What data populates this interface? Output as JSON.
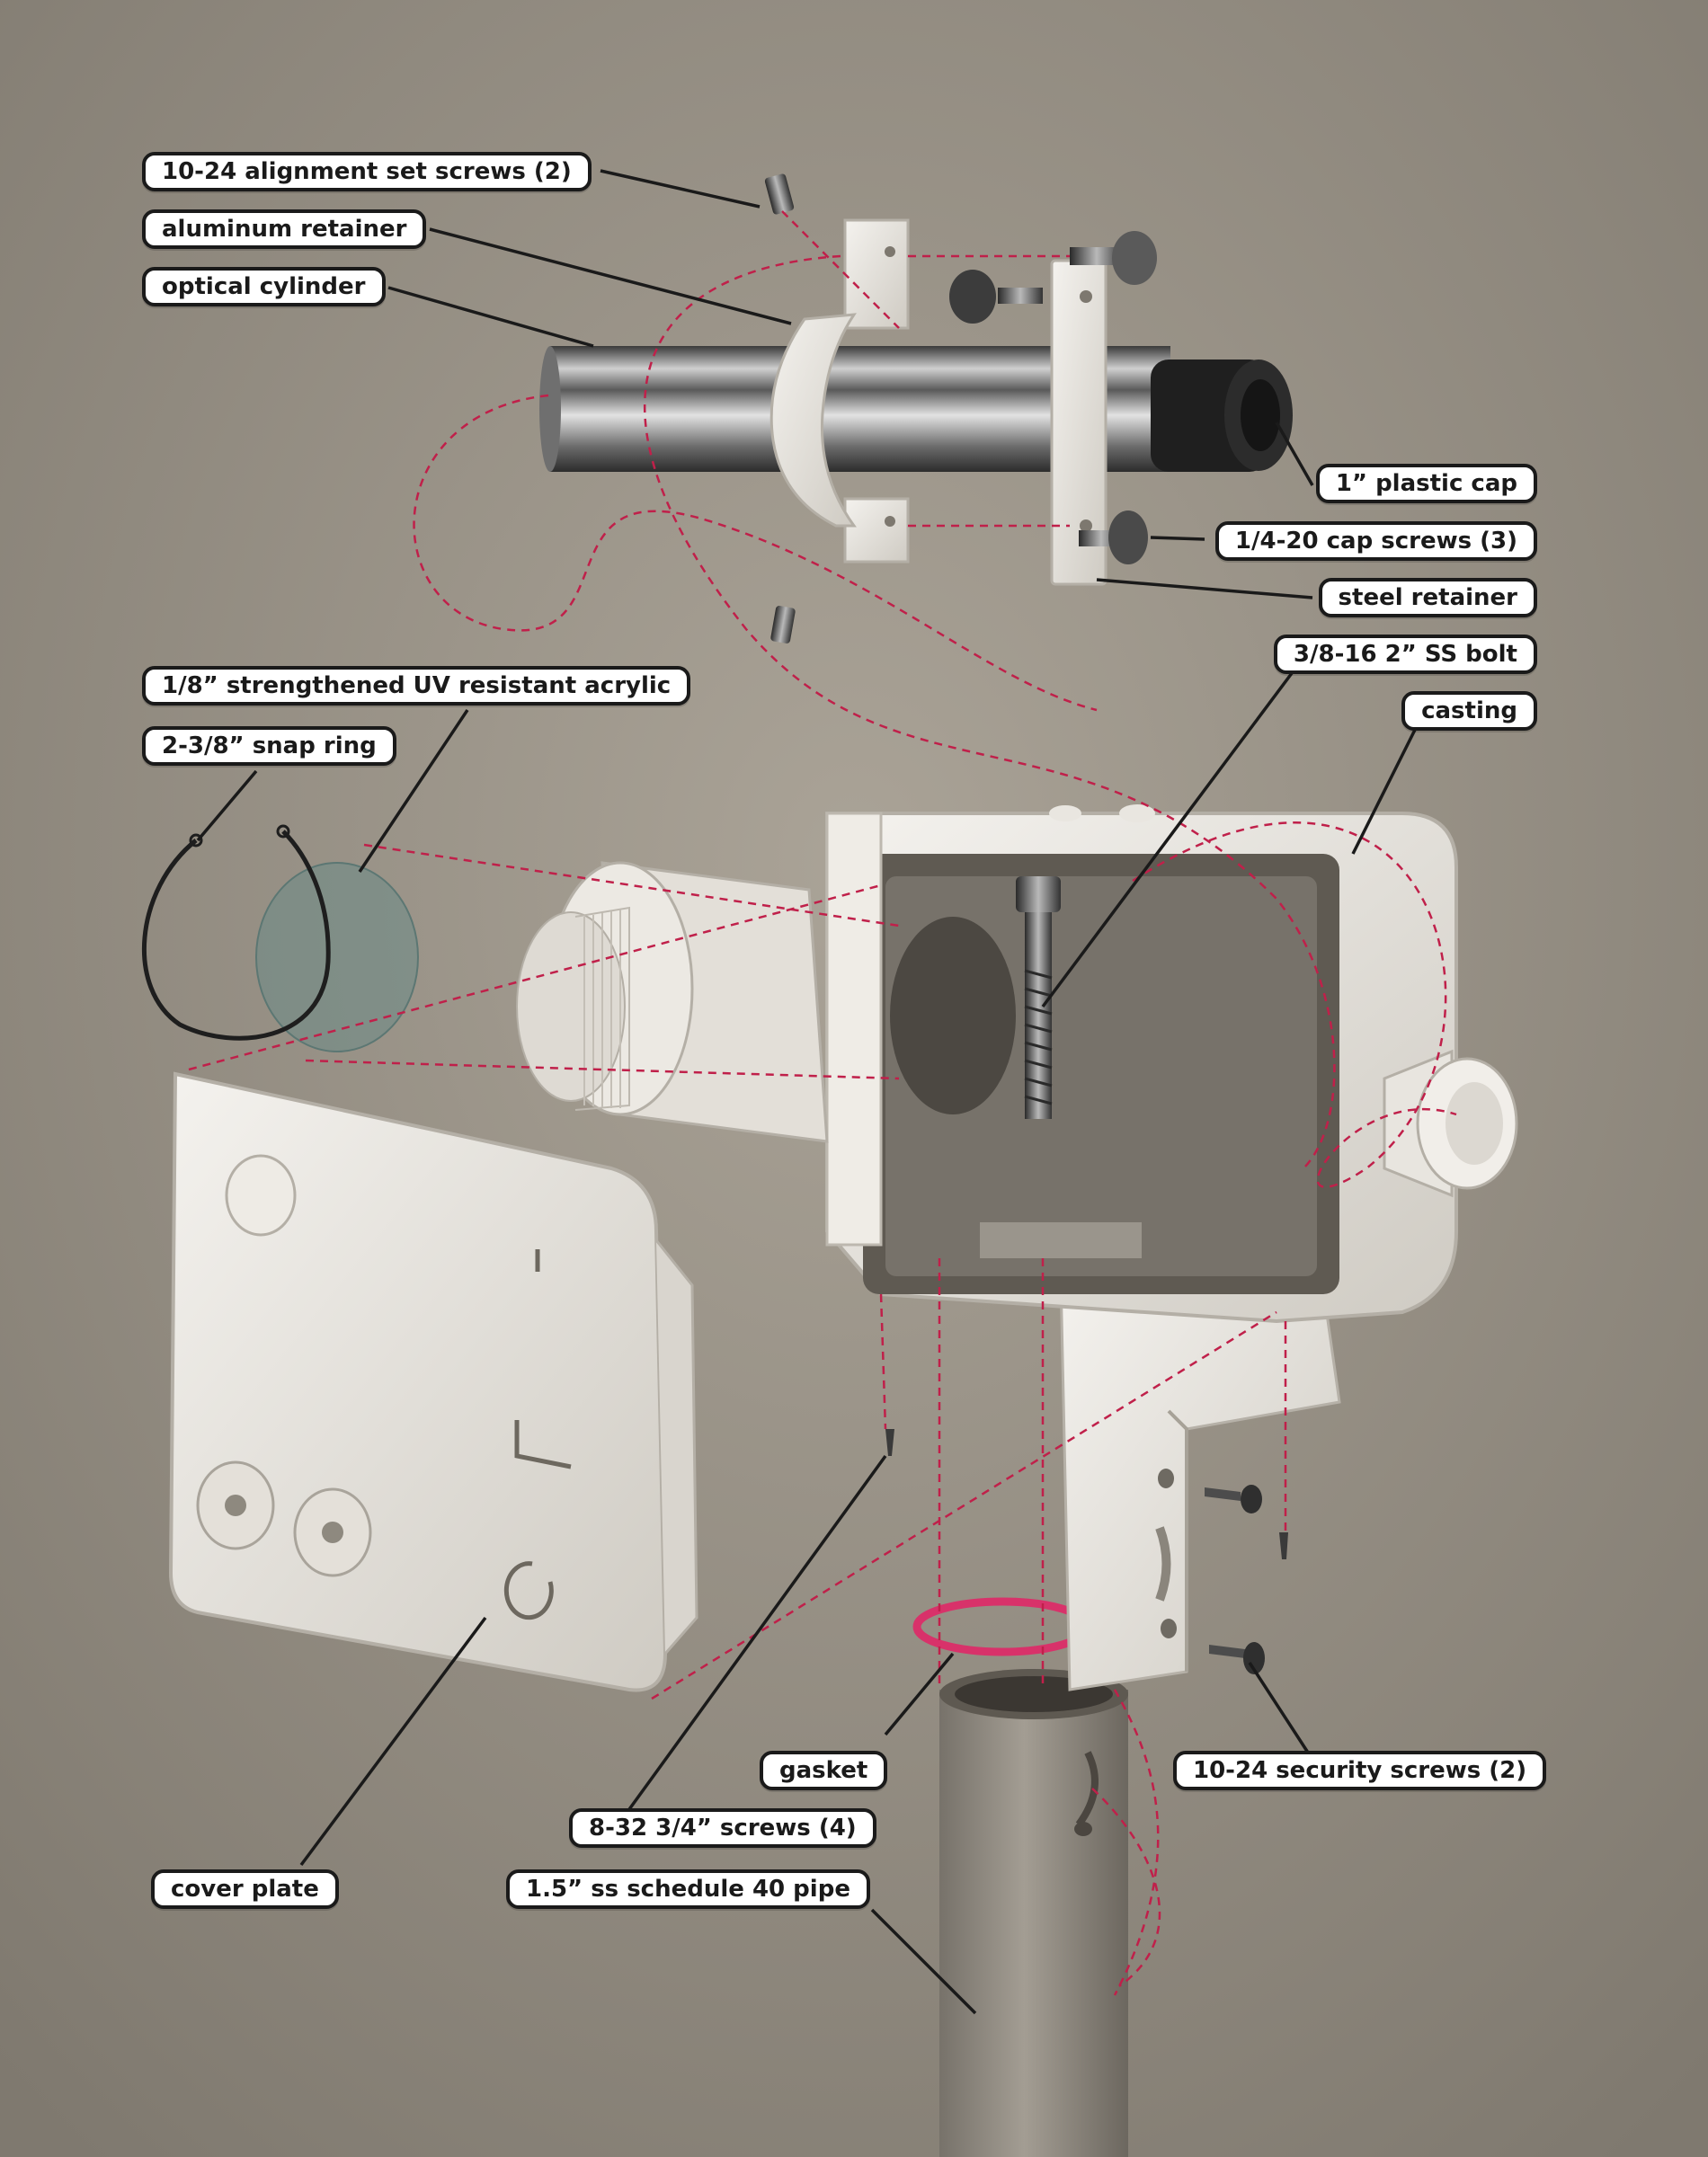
{
  "labels": {
    "alignment_set_screws": "10-24 alignment set screws (2)",
    "aluminum_retainer": "aluminum retainer",
    "optical_cylinder": "optical cylinder",
    "plastic_cap": "1” plastic cap",
    "cap_screws": "1/4-20 cap screws (3)",
    "steel_retainer": "steel retainer",
    "ss_bolt": "3/8-16  2” SS bolt",
    "casting": "casting",
    "acrylic": "1/8” strengthened UV resistant acrylic",
    "snap_ring": "2-3/8” snap ring",
    "gasket": "gasket",
    "security_screws": "10-24 security screws (2)",
    "screws_8_32": "8-32 3/4” screws (4)",
    "cover_plate": "cover plate",
    "pipe": "1.5” ss schedule 40 pipe"
  },
  "colors": {
    "background": "#9a948a",
    "assembly_line": "#c0204a",
    "gasket": "#d8326a",
    "label_border": "#1a1a1a",
    "label_fill": "#ffffff"
  }
}
